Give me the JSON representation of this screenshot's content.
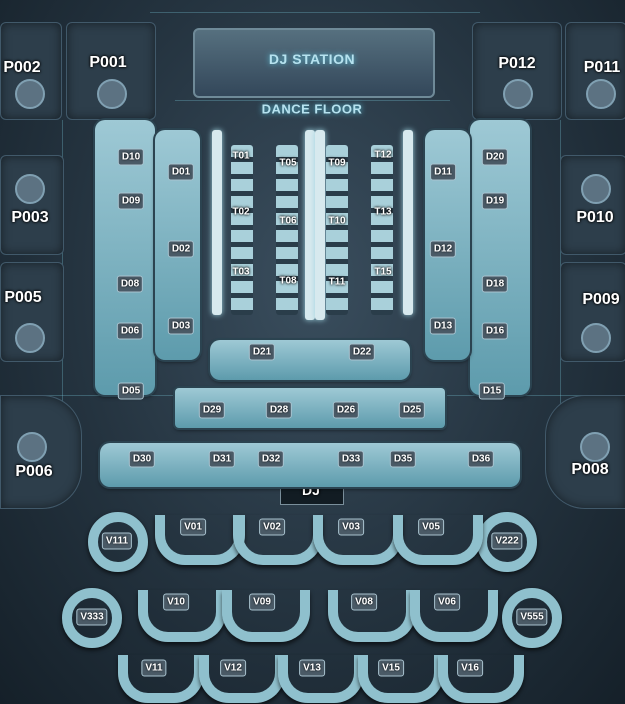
{
  "stage": {
    "dj_station": "DJ STATION",
    "dance_floor": "DANCE FLOOR",
    "dj_booth": "DJ"
  },
  "private_rooms": [
    "P001",
    "P002",
    "P003",
    "P005",
    "P006",
    "P008",
    "P009",
    "P010",
    "P011",
    "P012"
  ],
  "standing_tables": [
    "T01",
    "T02",
    "T03",
    "T05",
    "T06",
    "T08",
    "T09",
    "T10",
    "T11",
    "T12",
    "T13",
    "T15"
  ],
  "deck_booths": [
    "D01",
    "D02",
    "D03",
    "D05",
    "D06",
    "D08",
    "D09",
    "D10",
    "D11",
    "D12",
    "D13",
    "D15",
    "D16",
    "D18",
    "D19",
    "D20",
    "D21",
    "D22",
    "D25",
    "D26",
    "D28",
    "D29",
    "D30",
    "D31",
    "D32",
    "D33",
    "D35",
    "D36"
  ],
  "vip_booths": [
    "V01",
    "V02",
    "V03",
    "V05",
    "V06",
    "V08",
    "V09",
    "V10",
    "V11",
    "V12",
    "V13",
    "V15",
    "V16",
    "V111",
    "V222",
    "V333",
    "V555"
  ],
  "colors": {
    "background": "#24333f",
    "booth": "#8fc0cd",
    "glow": "#5cc7e0",
    "label": "#ffffff"
  }
}
